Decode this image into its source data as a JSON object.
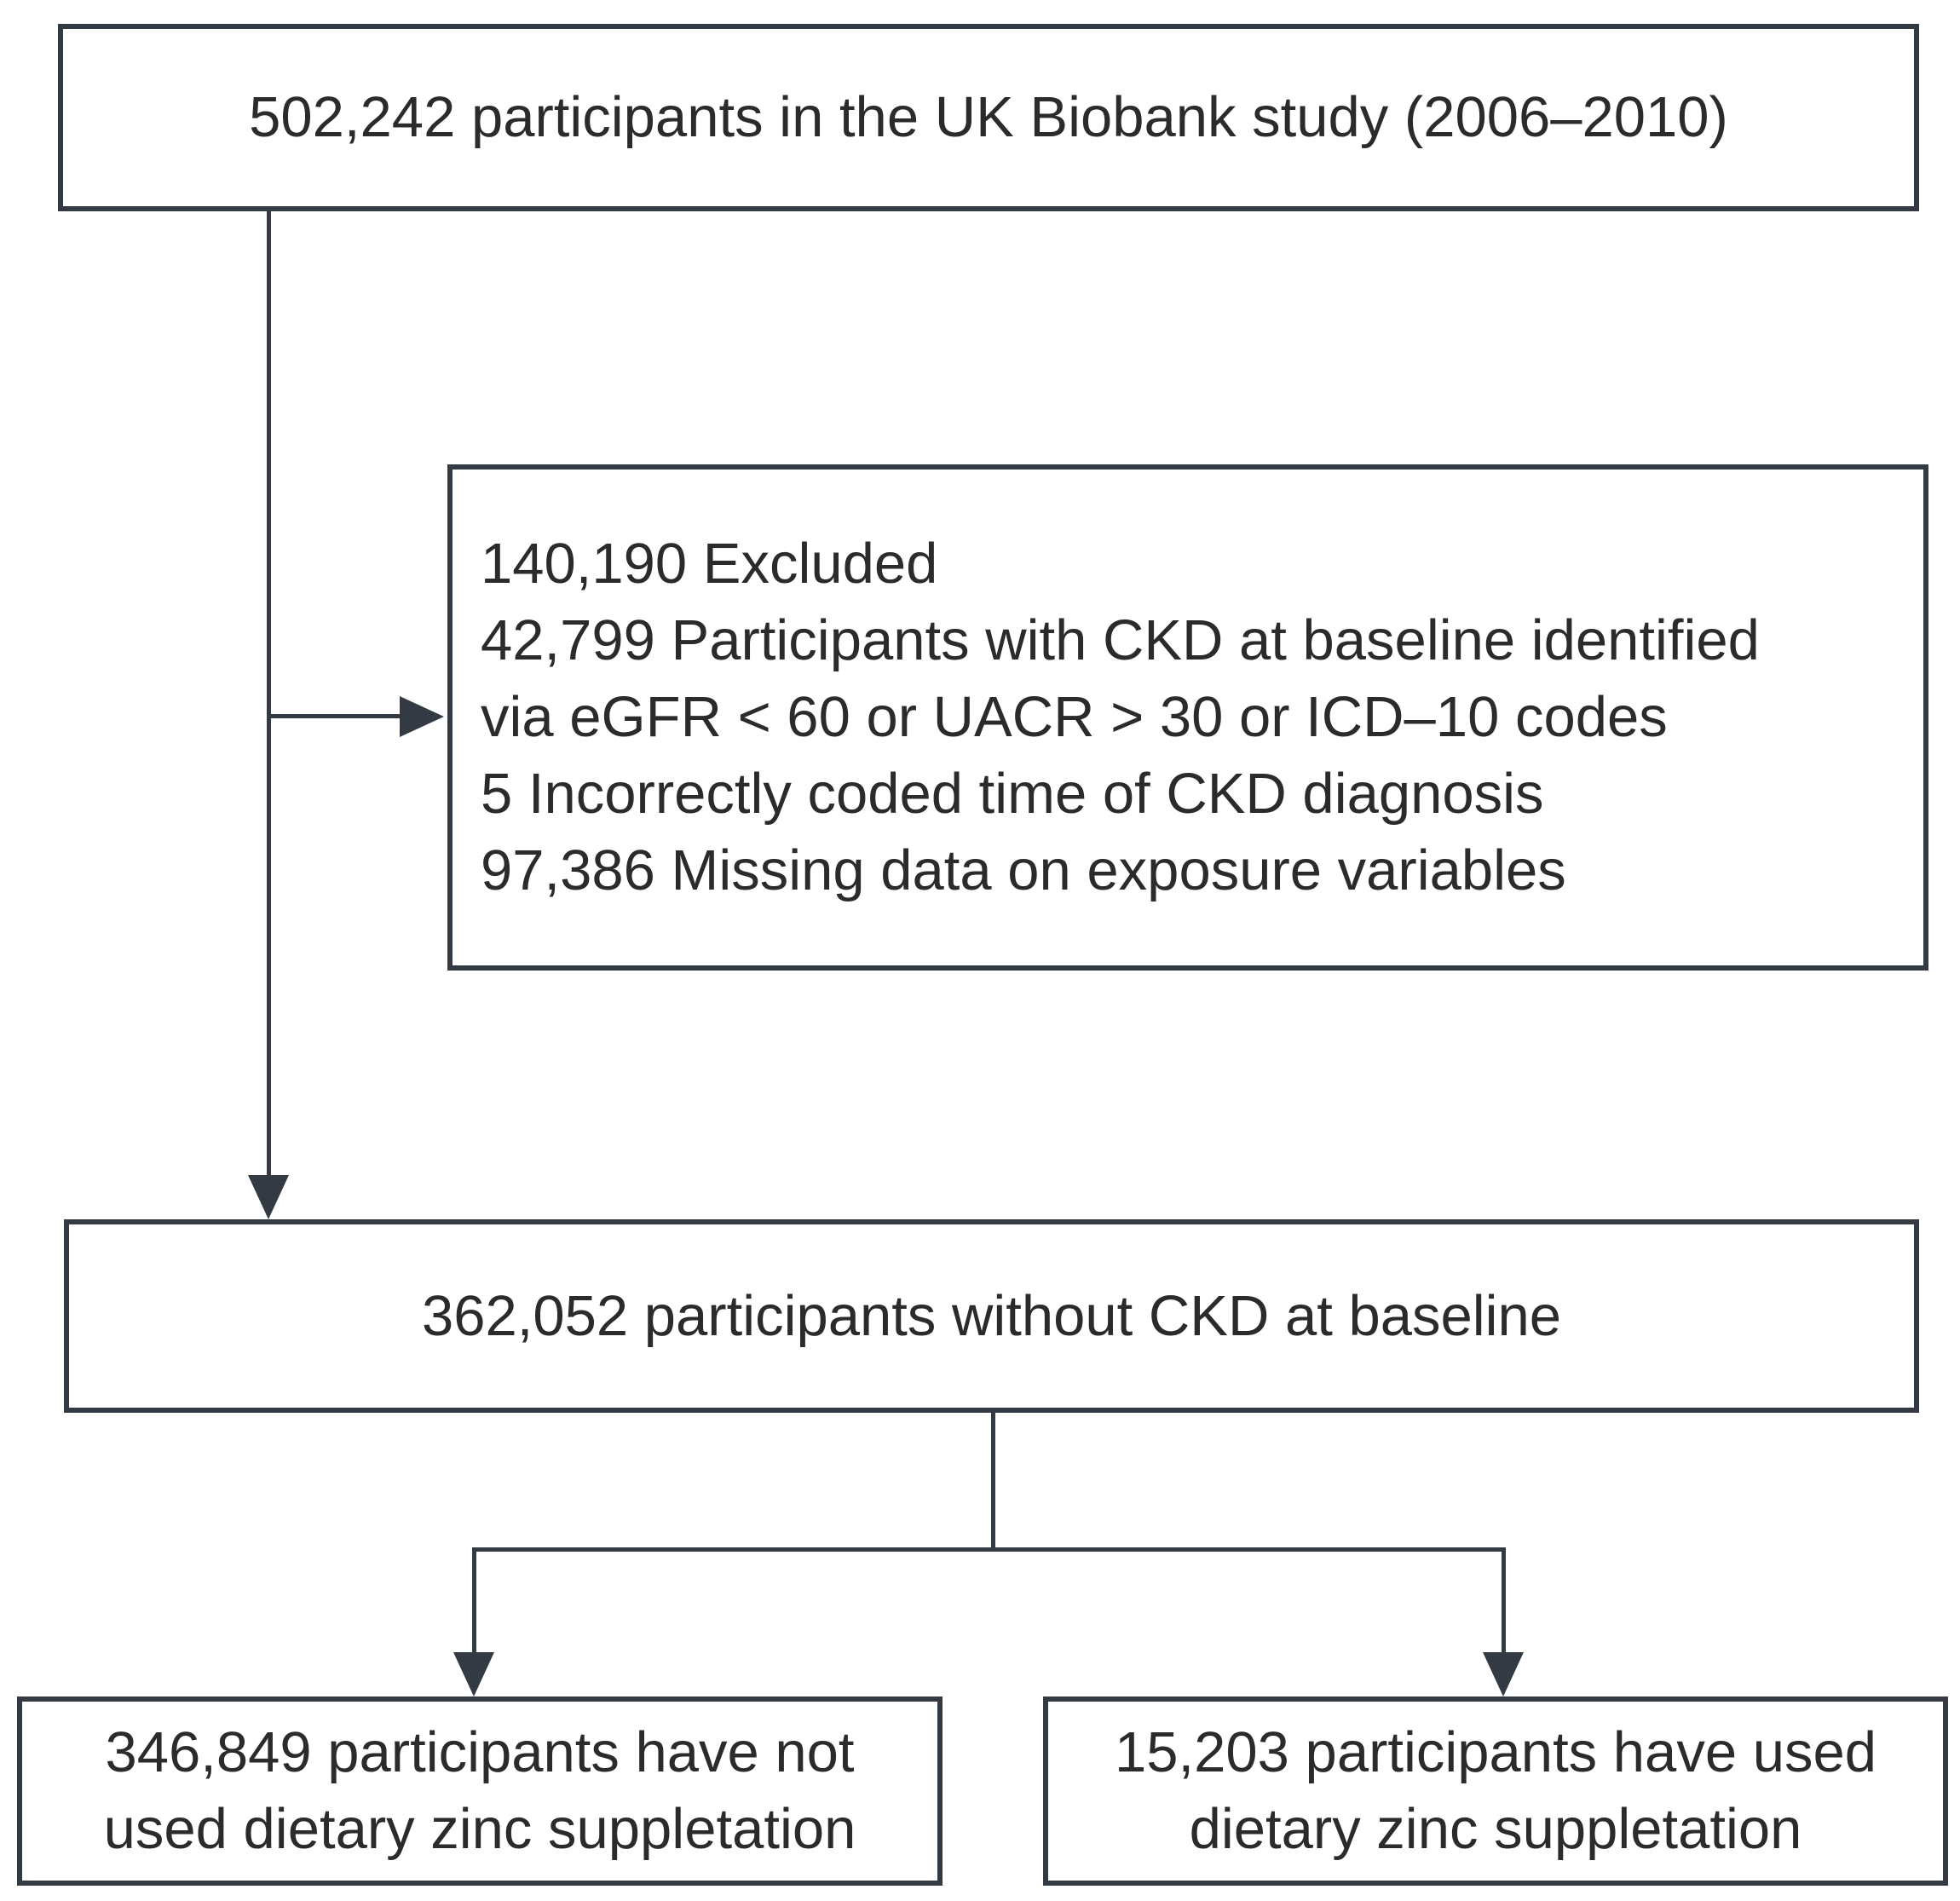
{
  "figure": {
    "type": "participant-flow-diagram",
    "colors": {
      "line": "#333a43",
      "text": "#2b2b2b",
      "background": "#ffffff"
    },
    "boxes": {
      "total": {
        "text": "502,242 participants in the UK Biobank study (2006–2010)"
      },
      "excluded": {
        "lines": [
          "140,190 Excluded",
          "42,799 Participants with CKD at baseline identified",
          "via eGFR < 60 or UACR > 30 or ICD–10 codes",
          "5 Incorrectly coded time of CKD diagnosis",
          "97,386 Missing data on exposure variables"
        ]
      },
      "without_ckd": {
        "text": "362,052 participants without CKD at baseline"
      },
      "no_zinc": {
        "lines": [
          "346,849 participants have not",
          "used dietary zinc suppletation"
        ]
      },
      "zinc": {
        "lines": [
          "15,203 participants have used",
          "dietary zinc suppletation"
        ]
      }
    }
  }
}
